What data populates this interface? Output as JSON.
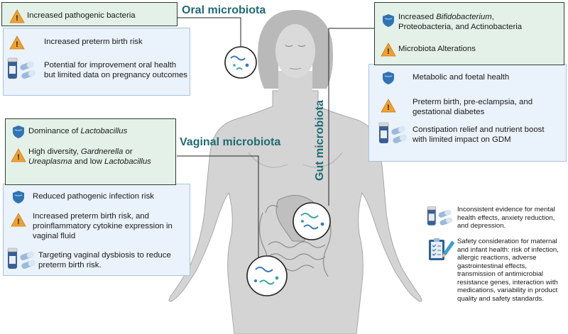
{
  "headings": {
    "oral": "Oral microbiota",
    "vaginal": "Vaginal microbiota",
    "gut": "Gut microbiota"
  },
  "oral": {
    "green": [
      {
        "icon": "warning-icon",
        "text": "Increased pathogenic bacteria"
      }
    ],
    "blue": [
      {
        "icon": "warning-icon",
        "text": "Increased preterm birth risk"
      },
      {
        "icon": "probiotic-capsules-icon",
        "text": "Potential for improvement oral health but limited data on pregnancy outcomes"
      }
    ]
  },
  "vaginal": {
    "green": [
      {
        "icon": "shield-icon",
        "pre": "Dominance of ",
        "em": "Lactobacillus"
      },
      {
        "icon": "warning-icon",
        "text1": "High diversity, ",
        "em1": "Gardnerella",
        "text2": " or ",
        "em2": "Ureaplasma",
        "text3": " and low ",
        "em3": "Lactobacillus"
      }
    ],
    "blue": [
      {
        "icon": "shield-icon",
        "text": "Reduced pathogenic infection risk"
      },
      {
        "icon": "warning-icon",
        "text": "Increased preterm birth risk, and proinflammatory cytokine expression in vaginal fluid"
      },
      {
        "icon": "probiotic-capsules-icon",
        "text": "Targeting vaginal dysbiosis to reduce preterm birth risk."
      }
    ]
  },
  "gut": {
    "green": [
      {
        "icon": "shield-icon",
        "pre": "Increased ",
        "em": "Bifidobacterium",
        "post": ", Proteobacteria, and Actinobacteria"
      },
      {
        "icon": "warning-icon",
        "text": "Microbiota Alterations"
      }
    ],
    "blue": [
      {
        "icon": "shield-icon",
        "text": "Metabolic and foetal health"
      },
      {
        "icon": "warning-icon",
        "text": "Preterm birth, pre-eclampsia, and gestational diabetes"
      },
      {
        "icon": "probiotic-capsules-icon",
        "text": "Constipation relief and nutrient boost with limited impact on GDM"
      }
    ]
  },
  "general": [
    {
      "icon": "probiotic-capsules-icon",
      "text": "Inconsistent evidence for mental health effects, anxiety reduction, and depression."
    },
    {
      "icon": "clipboard-checklist-icon",
      "text": "Safety consideration for maternal and infant health: risk of infection, allergic reactions, adverse gastrointestinal effects, transmission of antimicrobial resistance genes, interaction with medications, variability in product quality and safety standards."
    }
  ],
  "colors": {
    "green_fill": "#e3f1e8",
    "green_border": "#2f3e36",
    "blue_fill": "#eaf2fb",
    "blue_border": "#a9c3dd",
    "heading": "#1f6a74",
    "shield": "#2f74b5",
    "warning": "#f0a031",
    "body_skin": "#d4d4d4",
    "hair": "#b9b9b9"
  }
}
